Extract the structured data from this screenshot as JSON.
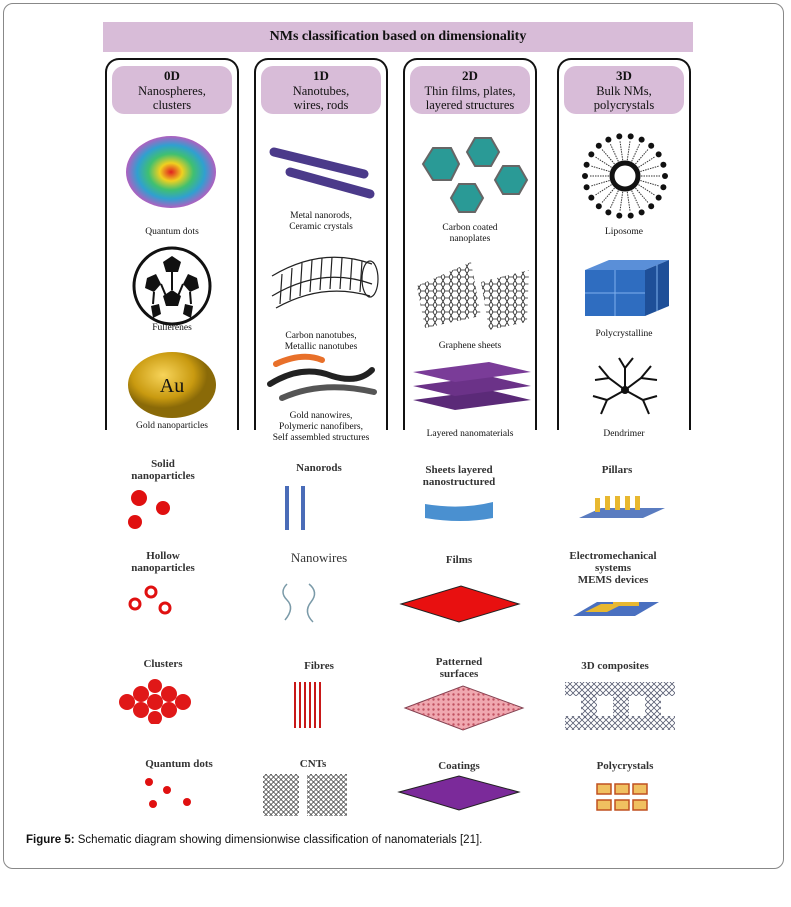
{
  "top_panel": {
    "title": "NMs classification based on dimensionality",
    "columns": [
      {
        "dim": "0D",
        "sub1": "Nanospheres,",
        "sub2": "clusters",
        "captions": [
          [
            "Quantum dots"
          ],
          [
            "Fullerenes"
          ],
          [
            "Gold nanoparticles"
          ]
        ]
      },
      {
        "dim": "1D",
        "sub1": "Nanotubes,",
        "sub2": "wires, rods",
        "captions": [
          [
            "Metal nanorods,",
            "Ceramic crystals"
          ],
          [
            "Carbon nanotubes,",
            "Metallic nanotubes"
          ],
          [
            "Gold nanowires,",
            "Polymeric nanofibers,",
            "Self assembled structures"
          ]
        ]
      },
      {
        "dim": "2D",
        "sub1": "Thin films, plates,",
        "sub2": "layered structures",
        "captions": [
          [
            "Carbon coated",
            "nanoplates"
          ],
          [
            "Graphene sheets"
          ],
          [
            "Layered nanomaterials"
          ]
        ]
      },
      {
        "dim": "3D",
        "sub1": "Bulk NMs,",
        "sub2": "polycrystals",
        "captions": [
          [
            "Liposome"
          ],
          [
            "Polycrystalline"
          ],
          [
            "Dendrimer"
          ]
        ]
      }
    ],
    "gold_label": "Au"
  },
  "bottom_panel": {
    "items": [
      [
        "Solid",
        "nanoparticles"
      ],
      [
        "Nanorods"
      ],
      [
        "Sheets layered",
        "nanostructured"
      ],
      [
        "Pillars"
      ],
      [
        "Hollow",
        "nanoparticles"
      ],
      [
        "Nanowires"
      ],
      [
        "Films"
      ],
      [
        "Electromechanical",
        "systems",
        "MEMS devices"
      ],
      [
        "Clusters"
      ],
      [
        "Fibres"
      ],
      [
        "Patterned",
        "surfaces"
      ],
      [
        "3D composites"
      ],
      [
        "Quantum dots"
      ],
      [
        "CNTs"
      ],
      [
        "Coatings"
      ],
      [
        "Polycrystals"
      ]
    ]
  },
  "caption": {
    "label": "Figure 5:",
    "text": " Schematic diagram showing dimensionwise classification of nanomaterials [21]."
  }
}
